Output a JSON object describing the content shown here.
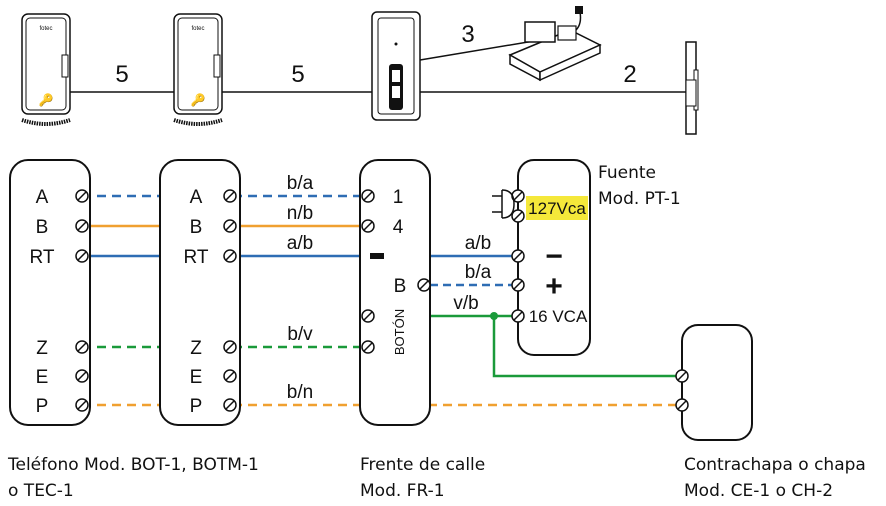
{
  "top_row": {
    "link_counts": [
      "5",
      "5",
      "3",
      "2"
    ]
  },
  "telefono1": {
    "terminals": [
      "A",
      "B",
      "RT",
      "Z",
      "E",
      "P"
    ],
    "caption_line1": "Teléfono Mod. BOT-1, BOTM-1",
    "caption_line2": "o TEC-1"
  },
  "telefono2": {
    "terminals": [
      "A",
      "B",
      "RT",
      "Z",
      "E",
      "P"
    ]
  },
  "frente": {
    "terminals": [
      "1",
      "4",
      "B"
    ],
    "boton_label": "BOTÓN",
    "caption_line1": "Frente de calle",
    "caption_line2": "Mod. FR-1"
  },
  "fuente": {
    "title_line1": "Fuente",
    "title_line2": "Mod. PT-1",
    "input_voltage": "127Vca",
    "output_voltage": "16 VCA",
    "minus_sign": "−",
    "plus_sign": "+"
  },
  "chapa": {
    "caption_line1": "Contrachapa o chapa",
    "caption_line2": "Mod. CE-1 o CH-2"
  },
  "wires": {
    "w1": "b/a",
    "w2": "n/b",
    "w3": "a/b",
    "w4": "b/v",
    "w5": "b/n",
    "w6": "a/b",
    "w7": "b/a",
    "w8": "v/b"
  },
  "colors": {
    "blue": "#2e6db4",
    "orange": "#f0a030",
    "green": "#1a9a3a",
    "highlight": "#f5e83a",
    "outline": "#111111"
  }
}
